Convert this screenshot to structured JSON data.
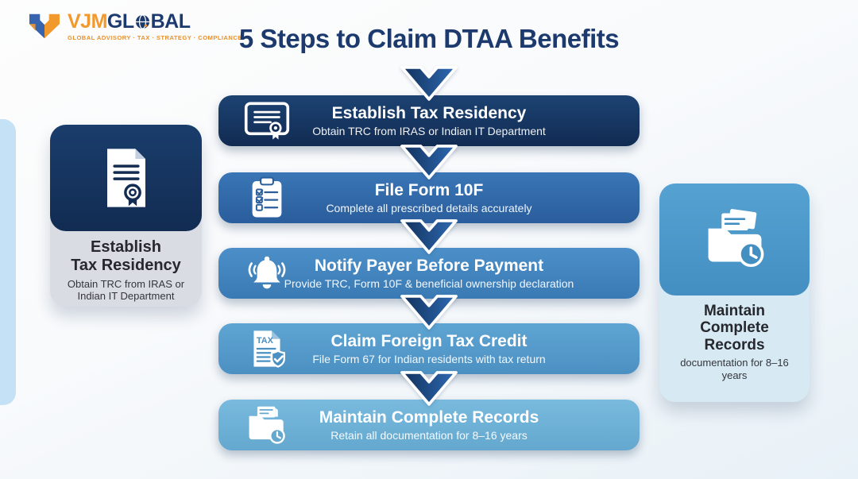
{
  "colors": {
    "background_start": "#fdfdfd",
    "background_end": "#e8f1f7",
    "title_navy": "#1c3a6e",
    "brand_orange": "#f2992e",
    "chevron_start": "#12315c",
    "chevron_end": "#2e6ab3",
    "left_accent_bar": "#c5e1f6"
  },
  "logo": {
    "brand_part1": "VJM",
    "brand_part2": "GL",
    "brand_part3": "BAL",
    "tagline": "GLOBAL ADVISORY · TAX · STRATEGY · COMPLIANCE",
    "icon": "vjm-global-logo-icon"
  },
  "title": "5 Steps to Claim DTAA Benefits",
  "steps": [
    {
      "title": "Establish Tax Residency",
      "subtitle": "Obtain TRC from IRAS or Indian IT Department",
      "icon": "certificate-icon",
      "colors": {
        "top": "#1d4373",
        "bottom": "#112b52"
      }
    },
    {
      "title": "File Form 10F",
      "subtitle": "Complete all prescribed details accurately",
      "icon": "clipboard-checklist-icon",
      "colors": {
        "top": "#3a76b6",
        "bottom": "#2a5d9c"
      }
    },
    {
      "title": "Notify Payer Before Payment",
      "subtitle": "Provide TRC, Form 10F & beneficial ownership declaration",
      "icon": "bell-icon",
      "colors": {
        "top": "#4c8fc8",
        "bottom": "#3a7ab4"
      }
    },
    {
      "title": "Claim Foreign Tax Credit",
      "subtitle": "File Form 67 for Indian residents with tax return",
      "icon": "tax-document-shield-icon",
      "colors": {
        "top": "#5fa5d3",
        "bottom": "#4b90c2"
      }
    },
    {
      "title": "Maintain Complete Records",
      "subtitle": "Retain all documentation for 8–16 years",
      "icon": "folder-clock-icon",
      "colors": {
        "top": "#79bade",
        "bottom": "#64a8cf"
      }
    }
  ],
  "left_card": {
    "title_lines": [
      "Establish",
      "Tax Residency"
    ],
    "subtitle": "Obtain TRC from IRAS or Indian IT Department",
    "icon": "certificate-document-icon",
    "colors": {
      "top": "#1a3d6c",
      "bottom": "#122c52",
      "panel_text_bg": "#d9dce2"
    }
  },
  "right_card": {
    "title": "Maintain Complete Records",
    "subtitle": "documentation for 8–16 years",
    "icon": "folder-documents-clock-icon",
    "colors": {
      "top": "#55a2d2",
      "bottom": "#448fc2",
      "panel_text_bg": "#d7e9f3"
    }
  }
}
